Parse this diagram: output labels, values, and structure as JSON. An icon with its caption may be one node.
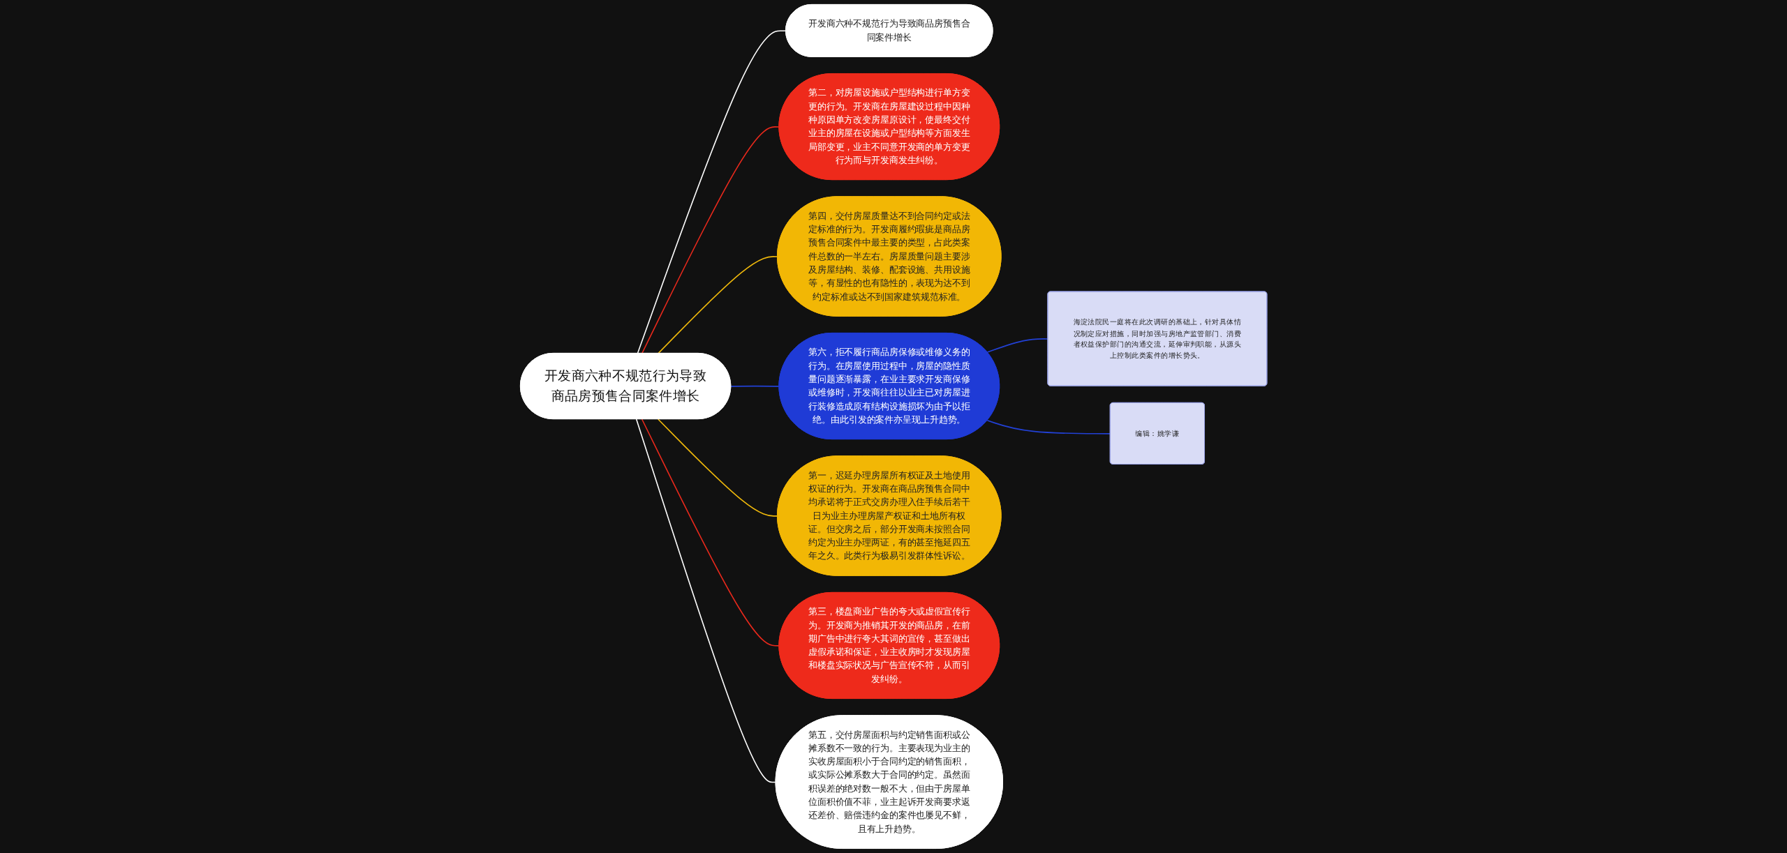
{
  "diagram": {
    "nodes": [
      {
        "text": [
          "开发商六种不规范行为导致商品房预售合同案件增长"
        ]
      },
      {
        "text": [
          "开发商六种不规范行为导致商品房预售合同案件增长"
        ]
      },
      {
        "text": [
          "第二，对房屋设施或户型结构进行单方变更的行为。开发商在房屋建设过程中因种种原因单方改变房屋原设计，使最终交付业主的房屋在设施或户型结构等方面发生局部变更，业主不同意开发商的单方变更行为而与开发商发生纠纷。"
        ]
      },
      {
        "text": [
          "第四，交付房屋质量达不到合同约定或法定标准的行为。开发商履约瑕疵是商品房预售合同案件中最主要的类型，占此类案件总数的一半左右。房屋质量问题主要涉及房屋结构、装修、配套设施、共用设施等，有显性的也有隐性的，表现为达不到约定标准或达不到国家建筑规范标准。"
        ]
      },
      {
        "text": [
          "第六，拒不履行商品房保修或维修义务的行为。在房屋使用过程中，房屋的隐性质量问题逐渐暴露，在业主要求开发商保修或维修时，开发商往往以业主已对房屋进行装修造成原有结构设施损坏为由予以拒绝。由此引发的案件亦呈现上升趋势。"
        ]
      },
      {
        "text": [
          "海淀法院民一庭将在此次调研的基础上，针对具体情况制定应对措施，同时加强与房地产监管部门、消费者权益保护部门的沟通交流，延伸审判职能，从源头上控制此类案件的增长势头。"
        ]
      },
      {
        "text": [
          "编辑：姚学谦"
        ]
      },
      {
        "text": [
          "第一，迟延办理房屋所有权证及土地使用权证的行为。开发商在商品房预售合同中均承诺将于正式交房办理入住手续后若干日为业主办理房屋产权证和土地所有权证。但交房之后，部分开发商未按照合同约定为业主办理两证，有的甚至拖延四五年之久。此类行为极易引发群体性诉讼。"
        ]
      },
      {
        "text": [
          "第三，楼盘商业广告的夸大或虚假宣传行为。开发商为推销其开发的商品房，在前期广告中进行夸大其词的宣传，甚至做出虚假承诺和保证，业主收房时才发现房屋和楼盘实际状况与广告宣传不符，从而引发纠纷。"
        ]
      },
      {
        "text": [
          "第五，交付房屋面积与约定销售面积或公摊系数不一致的行为。主要表现为业主的实收房屋面积小于合同约定的销售面积，或实际公摊系数大于合同的约定。虽然面积误差的绝对数一般不大，但由于房屋单位面积价值不菲，业主起诉开发商要求返还差价、赔偿违约金的案件也屡见不鲜，且有上升趋势。"
        ]
      }
    ],
    "edges": [
      {
        "from": 0,
        "to": 1,
        "arrow": "none",
        "color": "#ffffff"
      },
      {
        "from": 0,
        "to": 2,
        "arrow": "none",
        "color": "#e8291c"
      },
      {
        "from": 0,
        "to": 3,
        "arrow": "none",
        "color": "#f0b90b"
      },
      {
        "from": 0,
        "to": 4,
        "arrow": "none",
        "color": "#2241d6"
      },
      {
        "from": 4,
        "to": 5,
        "arrow": "none",
        "color": "#2241d6"
      },
      {
        "from": 4,
        "to": 6,
        "arrow": "none",
        "color": "#2241d6"
      },
      {
        "from": 0,
        "to": 7,
        "arrow": "none",
        "color": "#f0b90b"
      },
      {
        "from": 0,
        "to": 8,
        "arrow": "none",
        "color": "#e8291c"
      },
      {
        "from": 0,
        "to": 9,
        "arrow": "none",
        "color": "#ffffff"
      }
    ]
  }
}
